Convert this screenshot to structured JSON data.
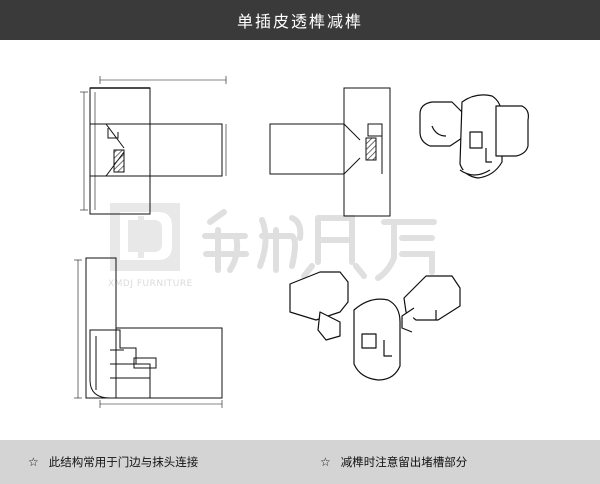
{
  "header": {
    "title": "单插皮透榫减榫"
  },
  "watermark": {
    "brand_latin": "XMDJ FURNITURE"
  },
  "footer": {
    "notes": [
      {
        "icon": "star-outline-icon",
        "text": "此结构常用于门边与抹头连接"
      },
      {
        "icon": "star-outline-icon",
        "text": "减榫时注意留出堵槽部分"
      }
    ]
  },
  "colors": {
    "header_bg": "#3a3a3a",
    "header_text": "#ffffff",
    "footer_bg": "#d4d4d4",
    "line": "#111111",
    "hatch": "#333333",
    "watermark": "#c9c9c9"
  }
}
